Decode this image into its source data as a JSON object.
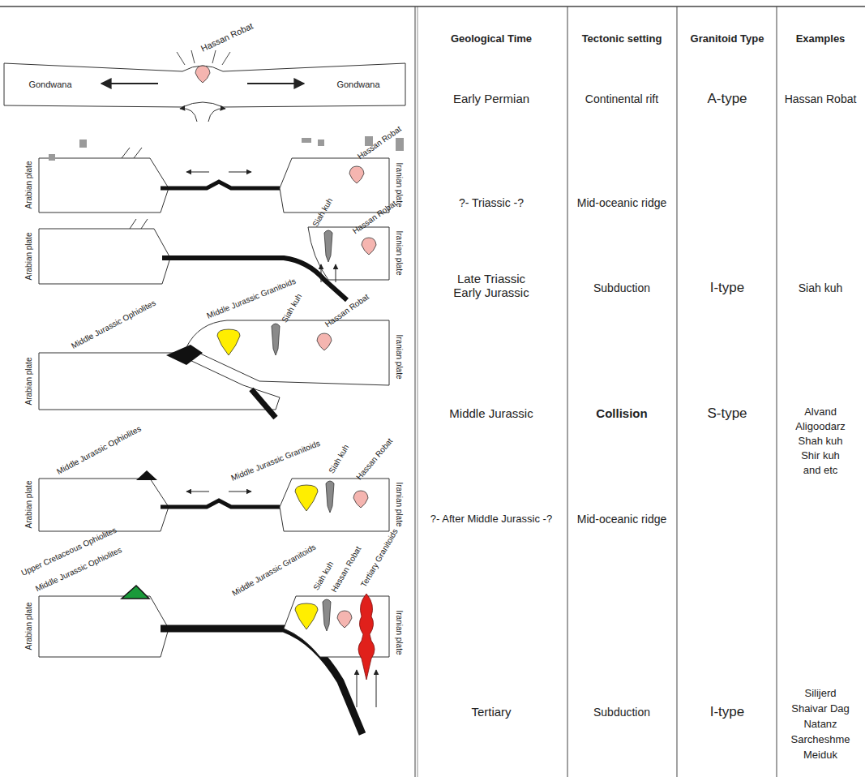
{
  "diagram": {
    "labels": [
      "Geological Time",
      "Tectonic setting",
      "Granitoid Type",
      "Examples",
      "Hassan Robat",
      "Gondwana",
      "Gondwana",
      "Early Permian",
      "Continental rift",
      "A-type",
      "Hassan Robat",
      "Arabian plate",
      "Hassan Robat",
      "Iranian plate",
      "?- Triassic -?",
      "Mid-oceanic ridge",
      "Arabian plate",
      "Siah kuh",
      "Hassan Robat",
      "Iranian plate",
      "Late Triassic Early Jurassic",
      "Subduction",
      "I-type",
      "Siah kuh",
      "Middle Jurassic Ophiolites",
      "Middle Jurassic Granitoids",
      "Siah kuh",
      "Hassan Robat",
      "Arabian plate",
      "Iranian plate",
      "Middle Jurassic",
      "Collision",
      "S-type",
      "Alvand",
      "Aligoodarz",
      "Shah kuh",
      "Shir kuh",
      "and etc",
      "Middle Jurassic Ophiolites",
      "Middle Jurassic Granitoids",
      "Siah kuh",
      "Hassan Robat",
      "Arabian plate",
      "Iranian plate",
      "?- After Middle Jurassic -?",
      "Mid-oceanic ridge",
      "Upper Cretaceous Ophiolites",
      "Middle Jurassic Ophiolites",
      "Middle Jurassic Granitoids",
      "Siah kuh",
      "Hassan Robat",
      "Tertiary Granitoids",
      "Arabian plate",
      "Iranian plate",
      "Tertiary",
      "Subduction",
      "I-type",
      "Silijerd",
      "Shaivar Dag",
      "Natanz",
      "Sarcheshme",
      "Meiduk"
    ]
  }
}
